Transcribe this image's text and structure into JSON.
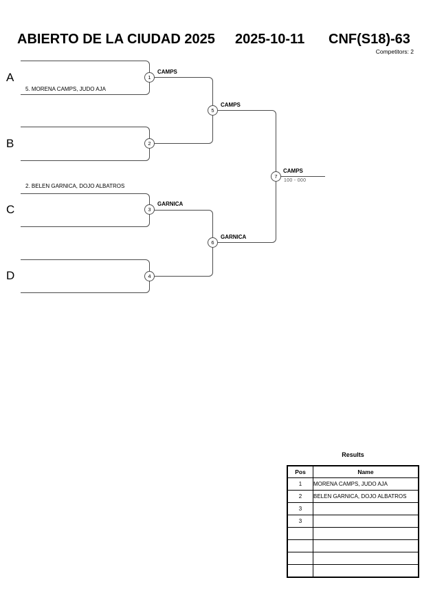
{
  "header": {
    "event_title": "ABIERTO DE LA CIUDAD 2025",
    "event_date": "2025-10-11",
    "category": "CNF(S18)-63",
    "competitors_label": "Competitors: 2"
  },
  "bracket": {
    "slots": [
      {
        "letter": "A",
        "competitor": "5. MORENA CAMPS, JUDO AJA"
      },
      {
        "letter": "B",
        "competitor": ""
      },
      {
        "letter": "C",
        "competitor": "2. BELEN GARNICA, DOJO ALBATROS"
      },
      {
        "letter": "D",
        "competitor": ""
      }
    ],
    "matches": [
      {
        "number": "1",
        "winner": "CAMPS"
      },
      {
        "number": "2",
        "winner": ""
      },
      {
        "number": "3",
        "winner": "GARNICA"
      },
      {
        "number": "4",
        "winner": ""
      },
      {
        "number": "5",
        "winner": "CAMPS"
      },
      {
        "number": "6",
        "winner": "GARNICA"
      },
      {
        "number": "7",
        "winner": "CAMPS",
        "score": "100 - 000"
      }
    ]
  },
  "results": {
    "title": "Results",
    "columns": {
      "pos": "Pos",
      "name": "Name"
    },
    "rows": [
      {
        "pos": "1",
        "name": "MORENA CAMPS, JUDO AJA"
      },
      {
        "pos": "2",
        "name": "BELEN GARNICA, DOJO ALBATROS"
      },
      {
        "pos": "3",
        "name": ""
      },
      {
        "pos": "3",
        "name": ""
      },
      {
        "pos": "",
        "name": ""
      },
      {
        "pos": "",
        "name": ""
      },
      {
        "pos": "",
        "name": ""
      },
      {
        "pos": "",
        "name": ""
      }
    ]
  },
  "colors": {
    "bracket_line": "#4a4a4a",
    "table_border": "#000000"
  }
}
